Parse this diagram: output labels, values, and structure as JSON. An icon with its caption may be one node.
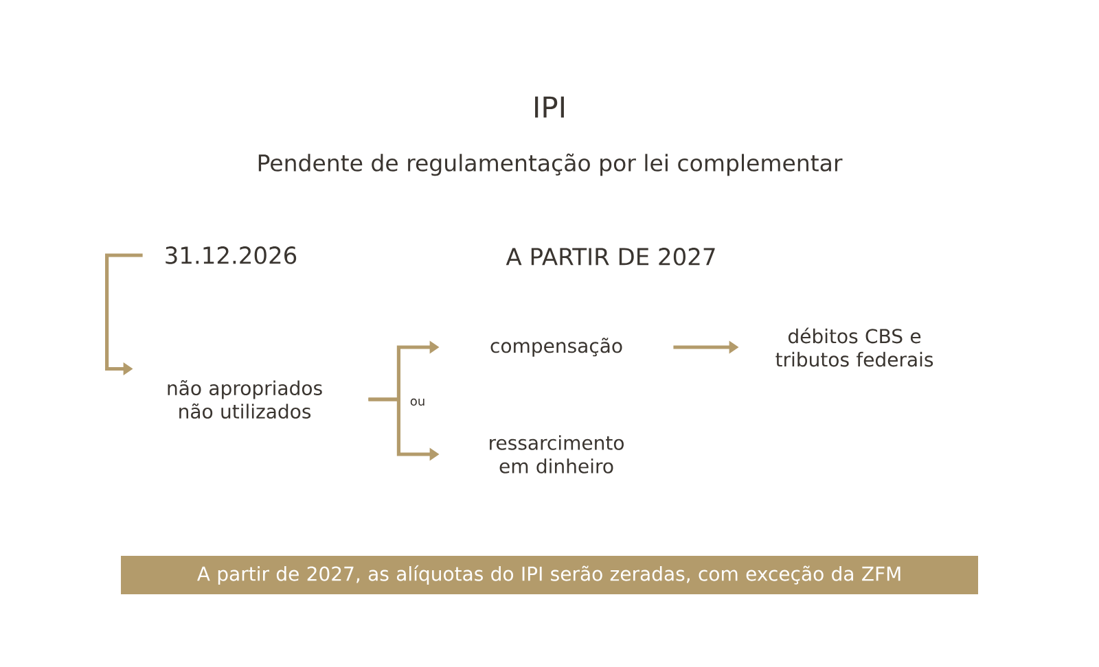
{
  "diagram": {
    "title": "IPI",
    "nodes": [
      {
        "text": [
          "31.12.2026"
        ]
      },
      {
        "text": [
          "não apropriados não utilizados"
        ]
      },
      {
        "text": [
          "compensação"
        ]
      },
      {
        "text": [
          "ressarcimento em dinheiro"
        ]
      },
      {
        "text": [
          "débitos CBS e tributos federais"
        ]
      },
      {
        "text": [
          "A partir de 2027, as alíquotas do IPI serão zeradas, com exceção da ZFM"
        ]
      }
    ],
    "edges": [
      {
        "from": 0,
        "to": 1,
        "arrow": "to"
      },
      {
        "from": 1,
        "to": 2,
        "arrow": "to"
      },
      {
        "from": 1,
        "to": 3,
        "arrow": "to"
      },
      {
        "from": 2,
        "to": 4,
        "arrow": "to"
      }
    ],
    "labels": [
      "Pendente de regulamentação por lei complementar",
      "A PARTIR DE 2027",
      "ou"
    ]
  }
}
